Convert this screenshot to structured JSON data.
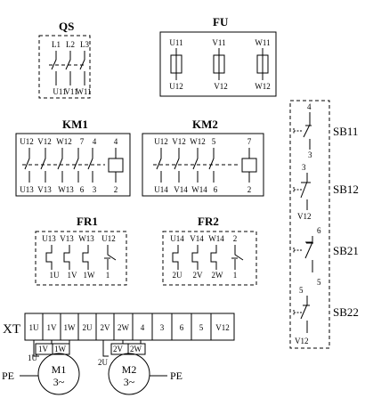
{
  "qs": {
    "title": "QS",
    "top": [
      "L1",
      "L2",
      "L3"
    ],
    "bottom": [
      "U11",
      "V11",
      "W11"
    ]
  },
  "fu": {
    "title": "FU",
    "top": [
      "U11",
      "V11",
      "W11"
    ],
    "bottom": [
      "U12",
      "V12",
      "W12"
    ]
  },
  "km1": {
    "title": "KM1",
    "top": [
      "U12",
      "V12",
      "W12",
      "7",
      "4",
      "4"
    ],
    "bottom": [
      "U13",
      "V13",
      "W13",
      "6",
      "3",
      "2"
    ]
  },
  "km2": {
    "title": "KM2",
    "top": [
      "U12",
      "V12",
      "W12",
      "5",
      "7"
    ],
    "bottom": [
      "U14",
      "V14",
      "W14",
      "6",
      "2"
    ]
  },
  "fr1": {
    "title": "FR1",
    "top": [
      "U13",
      "V13",
      "W13",
      "U12"
    ],
    "bottom": [
      "1U",
      "1V",
      "1W",
      "1"
    ]
  },
  "fr2": {
    "title": "FR2",
    "top": [
      "U14",
      "V14",
      "W14",
      "2"
    ],
    "bottom": [
      "2U",
      "2V",
      "2W",
      "1"
    ]
  },
  "buttons": [
    {
      "name": "SB11",
      "top": "4",
      "bottom": "3"
    },
    {
      "name": "SB12",
      "top": "3",
      "bottom": "V12"
    },
    {
      "name": "SB21",
      "top": "6",
      "bottom": "5"
    },
    {
      "name": "SB22",
      "top": "5",
      "bottom": "V12"
    }
  ],
  "xt": {
    "title": "XT",
    "terminals": [
      "1U",
      "1V",
      "1W",
      "2U",
      "2V",
      "2W",
      "4",
      "3",
      "6",
      "5",
      "V12"
    ]
  },
  "motors": [
    {
      "name": "M1",
      "phase": "3~",
      "pe": "PE",
      "leads": [
        "1U",
        "1V",
        "1W"
      ]
    },
    {
      "name": "M2",
      "phase": "3~",
      "pe": "PE",
      "leads": [
        "2U",
        "2V",
        "2W"
      ]
    }
  ]
}
